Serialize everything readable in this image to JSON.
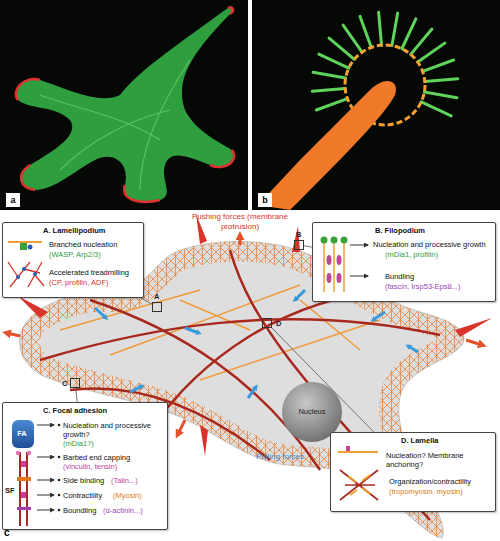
{
  "diagram": {
    "nodes": [
      {
        "text": [
          "A. Lamellipodium",
          "Branched nucleation",
          "(WASP, Arp2/3)",
          "Accelerated treadmilling",
          "(CP, profilin, ADF)"
        ]
      },
      {
        "text": [
          "B. Filopodium",
          "Nucleation and processive growth",
          "(mDia1, profilin)",
          "Bundling",
          "(fascin, Irsp53-Eps8...)"
        ]
      },
      {
        "text": [
          "A"
        ]
      },
      {
        "text": [
          "B"
        ]
      },
      {
        "text": [
          "D"
        ]
      },
      {
        "text": [
          "C"
        ]
      },
      {
        "text": [
          "Nucleus"
        ]
      },
      {
        "text": [
          "C. Focal adhesion",
          "Nucleation and processive growth?",
          "(mDia1?)",
          "Barbed end capping",
          "(vinculin, tensin)",
          "Side binding",
          "(Talin...)",
          "Contractility",
          "(Myosin)",
          "Boundling",
          "(α-actinin...)"
        ]
      },
      {
        "text": [
          "FA"
        ],
        "in": 7
      },
      {
        "text": [
          "D. Lamella",
          "Nucleation? Membrane anchoring?",
          "Organization/contractility",
          "(tropomyosin, myosin)"
        ]
      }
    ],
    "edges": [
      {
        "from": 2,
        "to": 0,
        "arrow": "none"
      },
      {
        "from": 3,
        "to": 1,
        "arrow": "none"
      },
      {
        "from": 5,
        "to": 7,
        "arrow": "none"
      },
      {
        "from": 4,
        "to": 9,
        "arrow": "none"
      }
    ],
    "labels": [
      "a",
      "b",
      "Pushing forces (membrane protrusion)",
      "SF",
      "Pulling forces",
      "c"
    ]
  }
}
